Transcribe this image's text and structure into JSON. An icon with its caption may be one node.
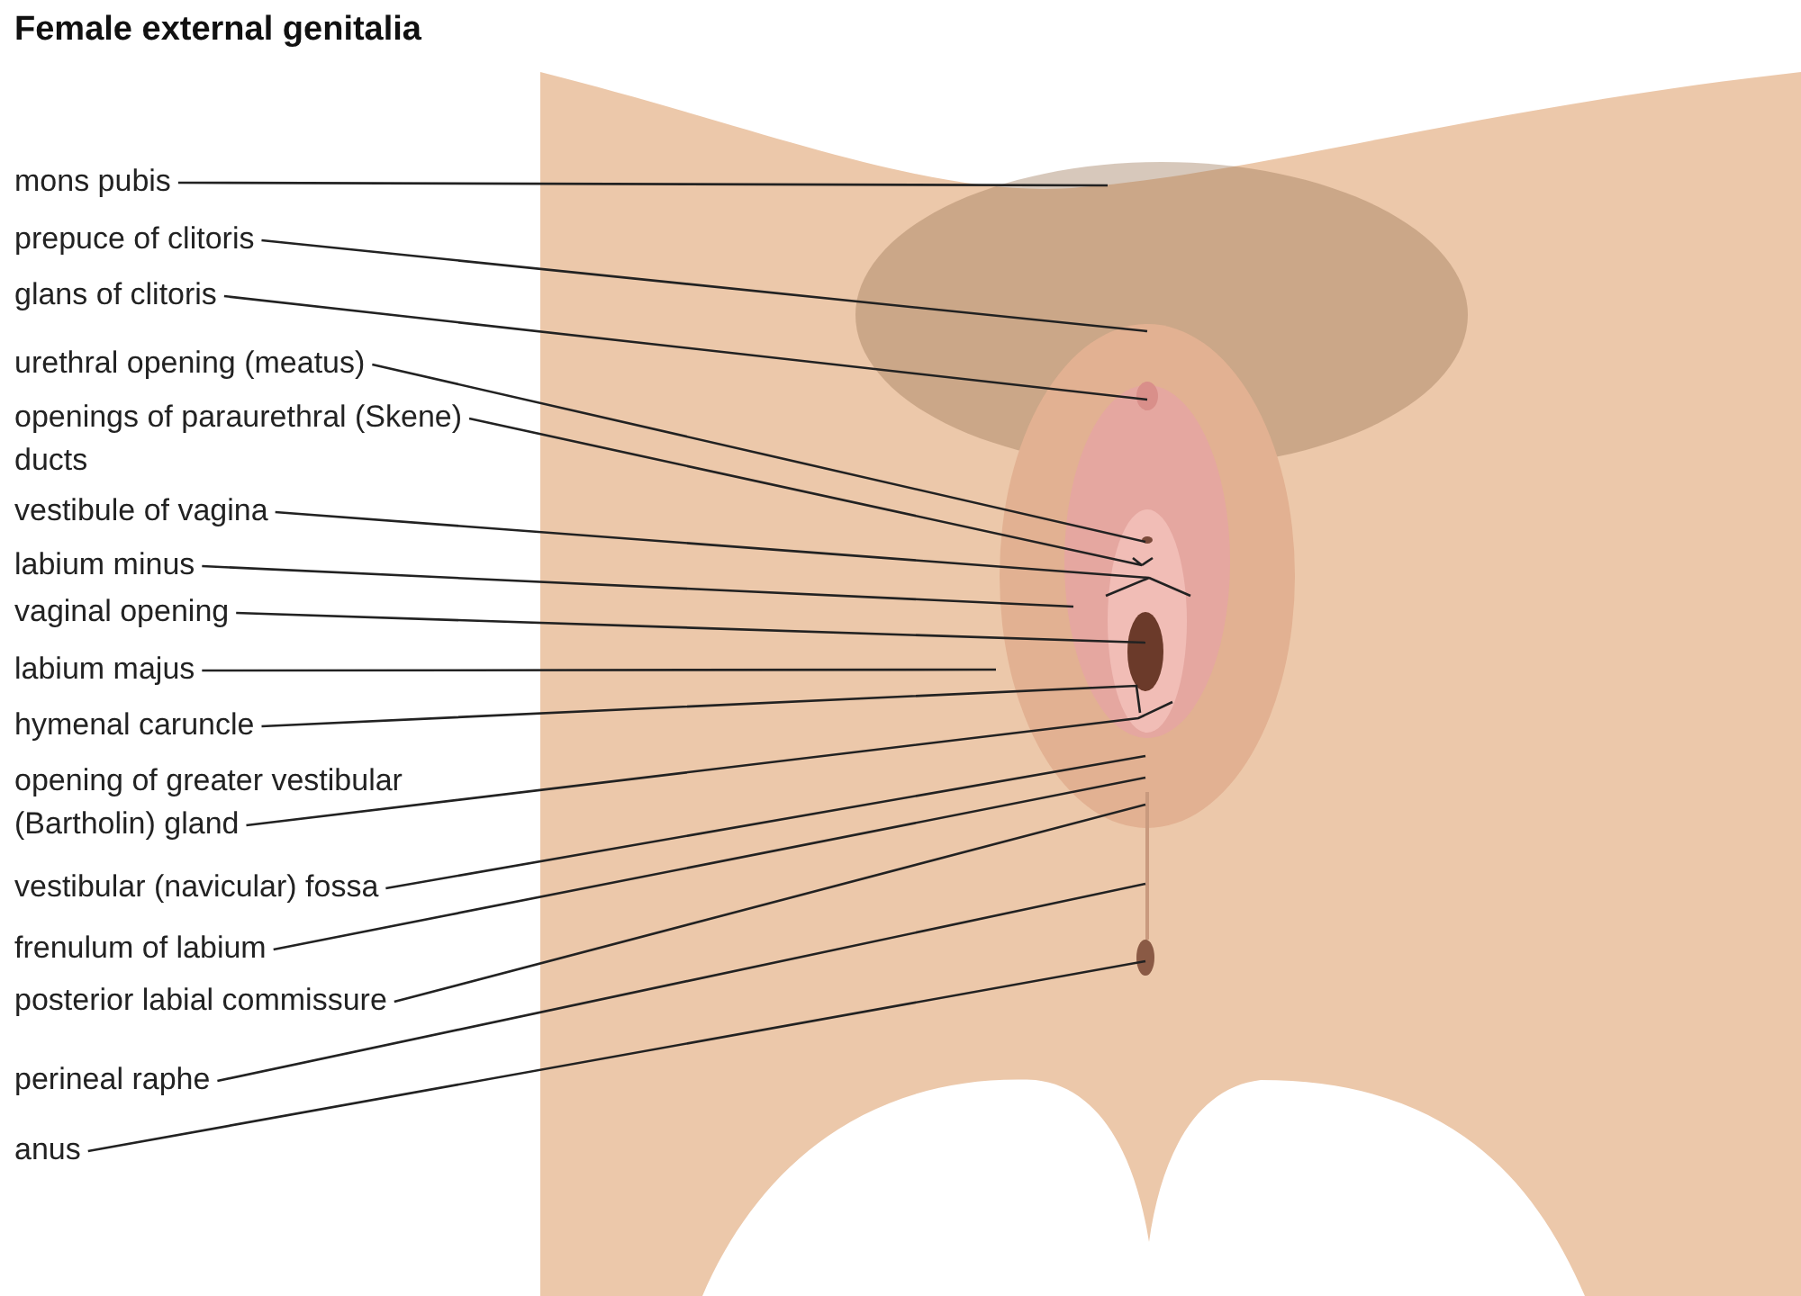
{
  "diagram": {
    "title": "Female external genitalia",
    "nodes": [
      {
        "text": [
          "mons pubis"
        ]
      },
      {
        "text": [
          "prepuce of clitoris"
        ]
      },
      {
        "text": [
          "glans of clitoris"
        ]
      },
      {
        "text": [
          "urethral opening (meatus)"
        ]
      },
      {
        "text": [
          "openings of paraurethral (Skene) ducts"
        ]
      },
      {
        "text": [
          "vestibule of vagina"
        ]
      },
      {
        "text": [
          "labium minus"
        ]
      },
      {
        "text": [
          "vaginal opening"
        ]
      },
      {
        "text": [
          "labium majus"
        ]
      },
      {
        "text": [
          "hymenal caruncle"
        ]
      },
      {
        "text": [
          "opening of greater vestibular (Bartholin) gland"
        ]
      },
      {
        "text": [
          "vestibular (navicular) fossa"
        ]
      },
      {
        "text": [
          "frenulum of labium"
        ]
      },
      {
        "text": [
          "posterior labial commissure"
        ]
      },
      {
        "text": [
          "perineal raphe"
        ]
      },
      {
        "text": [
          "anus"
        ]
      }
    ],
    "edges": [
      {
        "from": 0,
        "to": null,
        "arrow": "none"
      },
      {
        "from": 1,
        "to": null,
        "arrow": "none"
      },
      {
        "from": 2,
        "to": null,
        "arrow": "none"
      },
      {
        "from": 3,
        "to": null,
        "arrow": "none"
      },
      {
        "from": 4,
        "to": null,
        "arrow": "none"
      },
      {
        "from": 5,
        "to": null,
        "arrow": "none"
      },
      {
        "from": 6,
        "to": null,
        "arrow": "none"
      },
      {
        "from": 7,
        "to": null,
        "arrow": "none"
      },
      {
        "from": 8,
        "to": null,
        "arrow": "none"
      },
      {
        "from": 9,
        "to": null,
        "arrow": "none"
      },
      {
        "from": 10,
        "to": null,
        "arrow": "none"
      },
      {
        "from": 11,
        "to": null,
        "arrow": "none"
      },
      {
        "from": 12,
        "to": null,
        "arrow": "none"
      },
      {
        "from": 13,
        "to": null,
        "arrow": "none"
      },
      {
        "from": 14,
        "to": null,
        "arrow": "none"
      },
      {
        "from": 15,
        "to": null,
        "arrow": "none"
      }
    ]
  }
}
